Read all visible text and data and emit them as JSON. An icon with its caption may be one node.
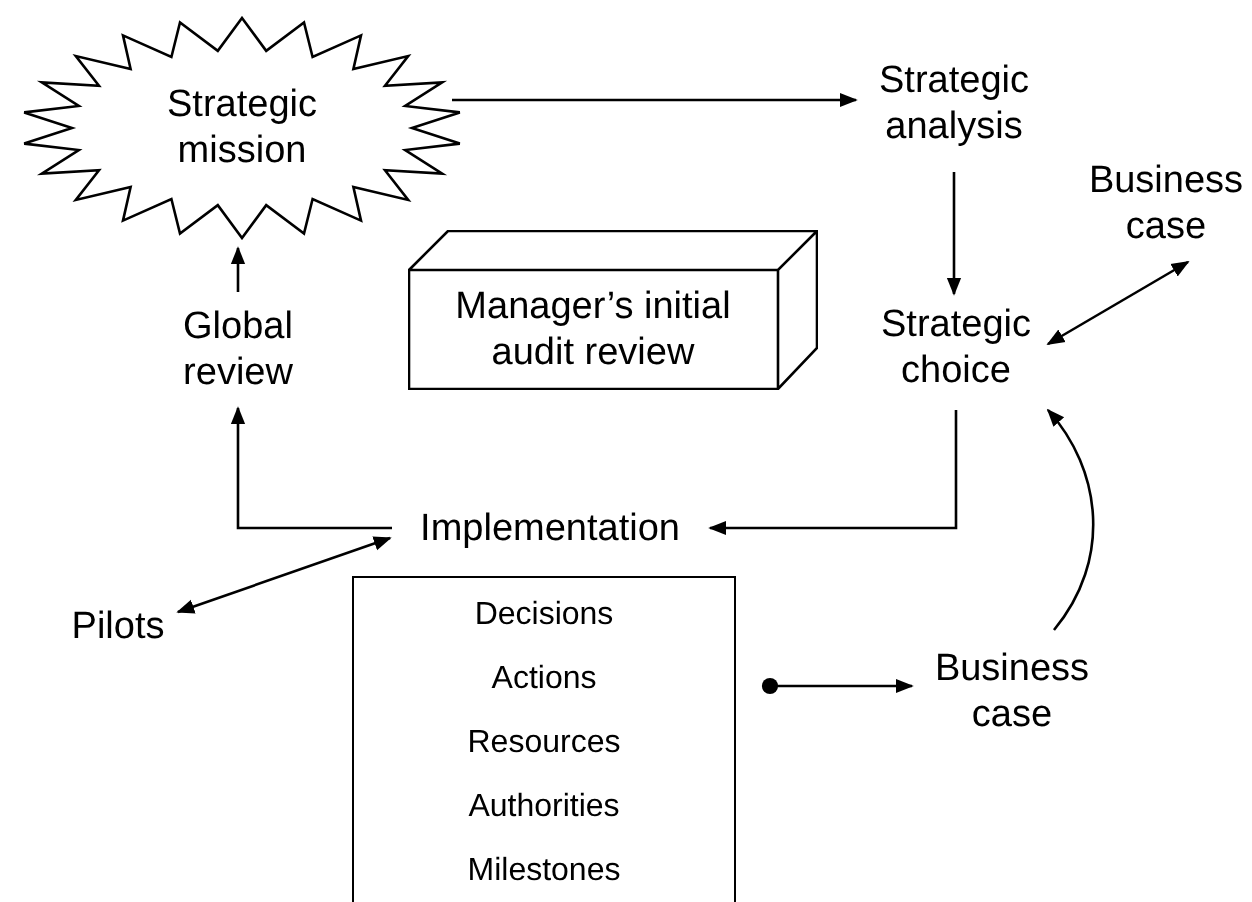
{
  "diagram": {
    "nodes": [
      {
        "text": [
          "Strategic mission"
        ]
      },
      {
        "text": [
          "Strategic analysis"
        ]
      },
      {
        "text": [
          "Business case"
        ]
      },
      {
        "text": [
          "Manager’s initial audit review"
        ]
      },
      {
        "text": [
          "Global review"
        ]
      },
      {
        "text": [
          "Strategic choice"
        ]
      },
      {
        "text": [
          "Implementation"
        ]
      },
      {
        "text": [
          "Pilots"
        ]
      },
      {
        "text": [
          "Decisions",
          "Actions",
          "Resources",
          "Authorities",
          "Milestones"
        ]
      },
      {
        "text": [
          "Business case"
        ]
      }
    ],
    "edges": [
      {
        "from": 0,
        "to": 1,
        "arrow": "to"
      },
      {
        "from": 1,
        "to": 5,
        "arrow": "to"
      },
      {
        "from": 5,
        "to": 2,
        "arrow": "both"
      },
      {
        "from": 5,
        "to": 6,
        "arrow": "to"
      },
      {
        "from": 6,
        "to": 4,
        "arrow": "to"
      },
      {
        "from": 4,
        "to": 0,
        "arrow": "to"
      },
      {
        "from": 6,
        "to": 7,
        "arrow": "both"
      },
      {
        "from": 8,
        "to": 9,
        "arrow": "to"
      },
      {
        "from": 9,
        "to": 5,
        "arrow": "to"
      }
    ]
  }
}
